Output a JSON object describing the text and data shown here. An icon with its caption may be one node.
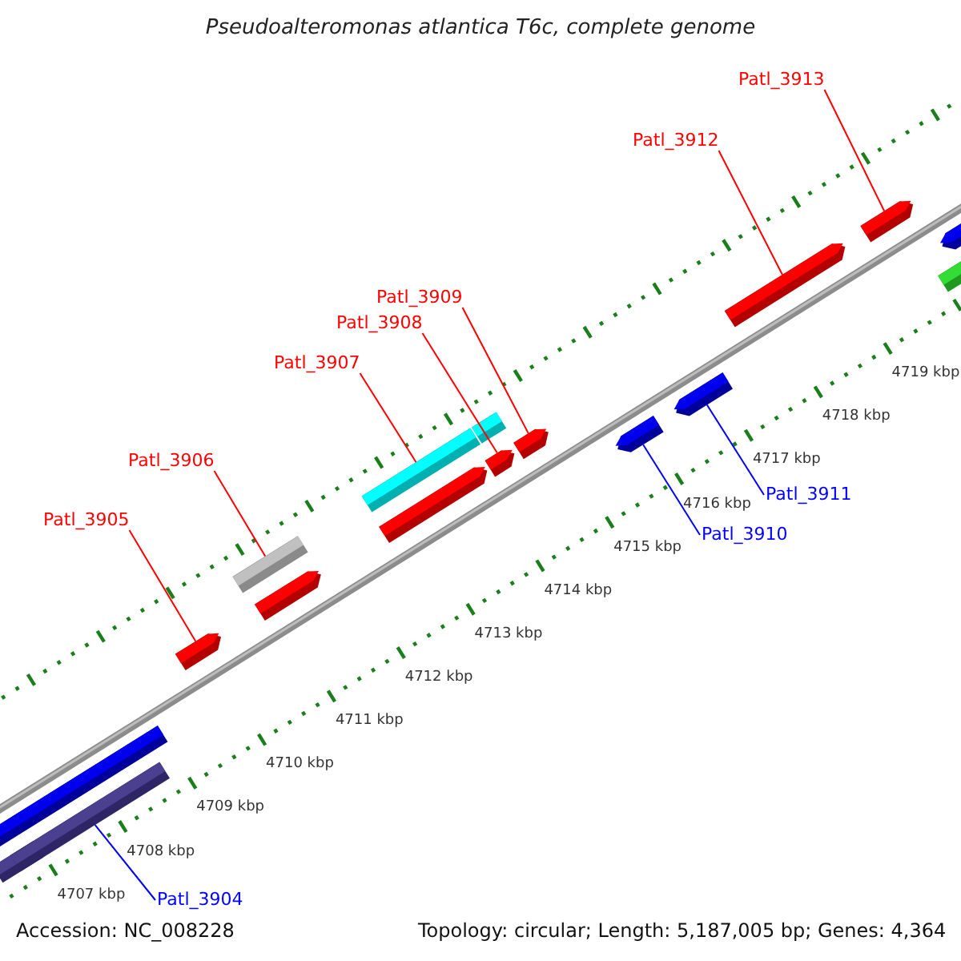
{
  "diagram": {
    "title": "Pseudoalteromonas atlantica T6c, complete genome",
    "nodes": [
      {
        "text": [
          "Patl_3913"
        ]
      },
      {
        "text": [
          "Patl_3912"
        ]
      },
      {
        "text": [
          "Patl_3909"
        ]
      },
      {
        "text": [
          "Patl_3908"
        ]
      },
      {
        "text": [
          "Patl_3907"
        ]
      },
      {
        "text": [
          "Patl_3906"
        ]
      },
      {
        "text": [
          "Patl_3905"
        ]
      },
      {
        "text": [
          "Patl_3911"
        ]
      },
      {
        "text": [
          "Patl_3910"
        ]
      },
      {
        "text": [
          "Patl_3904"
        ]
      },
      {
        "text": [],
        "shape": "bar"
      },
      {
        "text": [],
        "shape": "bar"
      },
      {
        "text": [],
        "shape": "bar"
      },
      {
        "text": [],
        "shape": "arrow"
      },
      {
        "text": [],
        "shape": "bar"
      },
      {
        "text": [],
        "shape": "arrow"
      },
      {
        "text": [],
        "shape": "arrow"
      },
      {
        "text": [],
        "shape": "bar"
      },
      {
        "text": [],
        "shape": "arrow"
      },
      {
        "text": [],
        "shape": "bar"
      },
      {
        "text": [],
        "shape": "arrow"
      },
      {
        "text": [],
        "shape": "arrow"
      },
      {
        "text": [],
        "shape": "arrow"
      },
      {
        "text": [],
        "shape": "arrow"
      },
      {
        "text": [],
        "shape": "arrow"
      },
      {
        "text": [],
        "shape": "arrow"
      },
      {
        "text": [],
        "shape": "arrow"
      }
    ],
    "edges": [
      {
        "from": 0,
        "to": 24,
        "arrow": "none"
      },
      {
        "from": 1,
        "to": 23,
        "arrow": "none"
      },
      {
        "from": 2,
        "to": 20,
        "arrow": "none"
      },
      {
        "from": 3,
        "to": 18,
        "arrow": "none"
      },
      {
        "from": 4,
        "to": 17,
        "arrow": "none"
      },
      {
        "from": 5,
        "to": 14,
        "arrow": "none"
      },
      {
        "from": 6,
        "to": 13,
        "arrow": "none"
      },
      {
        "from": 7,
        "to": 22,
        "arrow": "none",
        "color": "#0000ff"
      },
      {
        "from": 8,
        "to": 21,
        "arrow": "none",
        "color": "#0000ff"
      },
      {
        "from": 9,
        "to": 12,
        "arrow": "none",
        "color": "#0000ff"
      }
    ],
    "labels": [
      "4719 kbp",
      "4718 kbp",
      "4717 kbp",
      "4716 kbp",
      "4715 kbp",
      "4714 kbp",
      "4713 kbp",
      "4712 kbp",
      "4711 kbp",
      "4710 kbp",
      "4709 kbp",
      "4708 kbp",
      "4707 kbp",
      "Accession: NC_008228",
      "Topology: circular; Length: 5,187,005 bp; Genes: 4,364"
    ]
  }
}
